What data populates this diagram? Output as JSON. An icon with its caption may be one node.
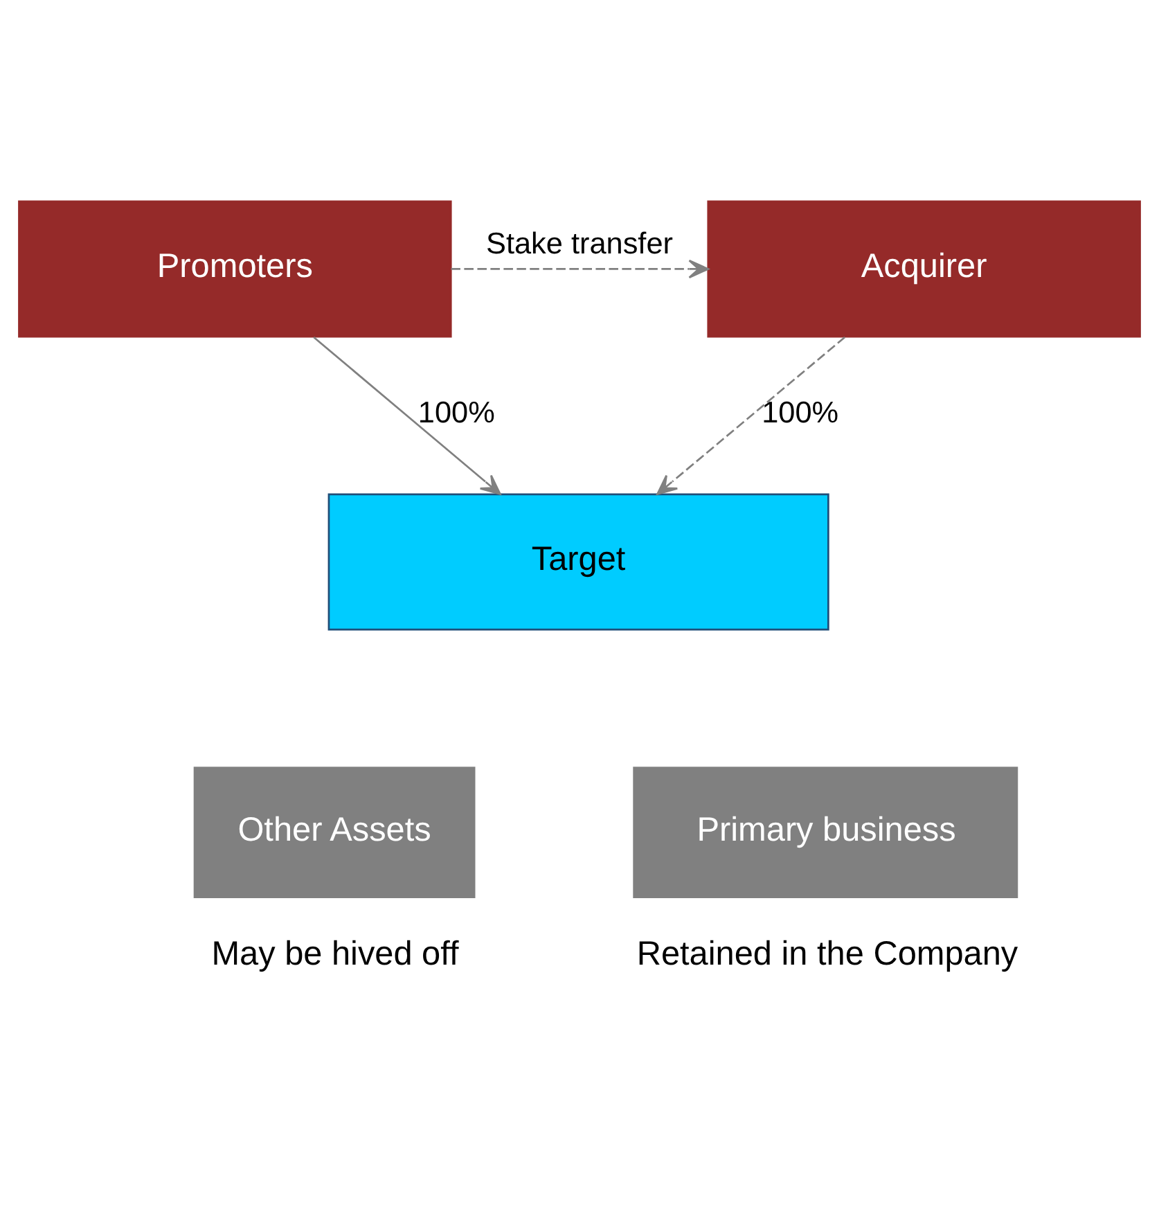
{
  "diagram": {
    "nodes": [
      {
        "text": [
          "Promoters"
        ]
      },
      {
        "text": [
          "Acquirer"
        ]
      },
      {
        "text": [
          "Target"
        ]
      },
      {
        "text": [
          "Other Assets"
        ],
        "beside": [
          "May be hived off"
        ]
      },
      {
        "text": [
          "Primary business"
        ],
        "beside": [
          "Retained in the Company"
        ]
      }
    ],
    "edges": [
      {
        "from": 0,
        "to": 1,
        "arrow": "to",
        "label": "Stake transfer",
        "style": "dashed"
      },
      {
        "from": 0,
        "to": 2,
        "arrow": "to",
        "label": "100%"
      },
      {
        "from": 1,
        "to": 2,
        "arrow": "to",
        "label": "100%",
        "style": "dashed"
      }
    ]
  }
}
